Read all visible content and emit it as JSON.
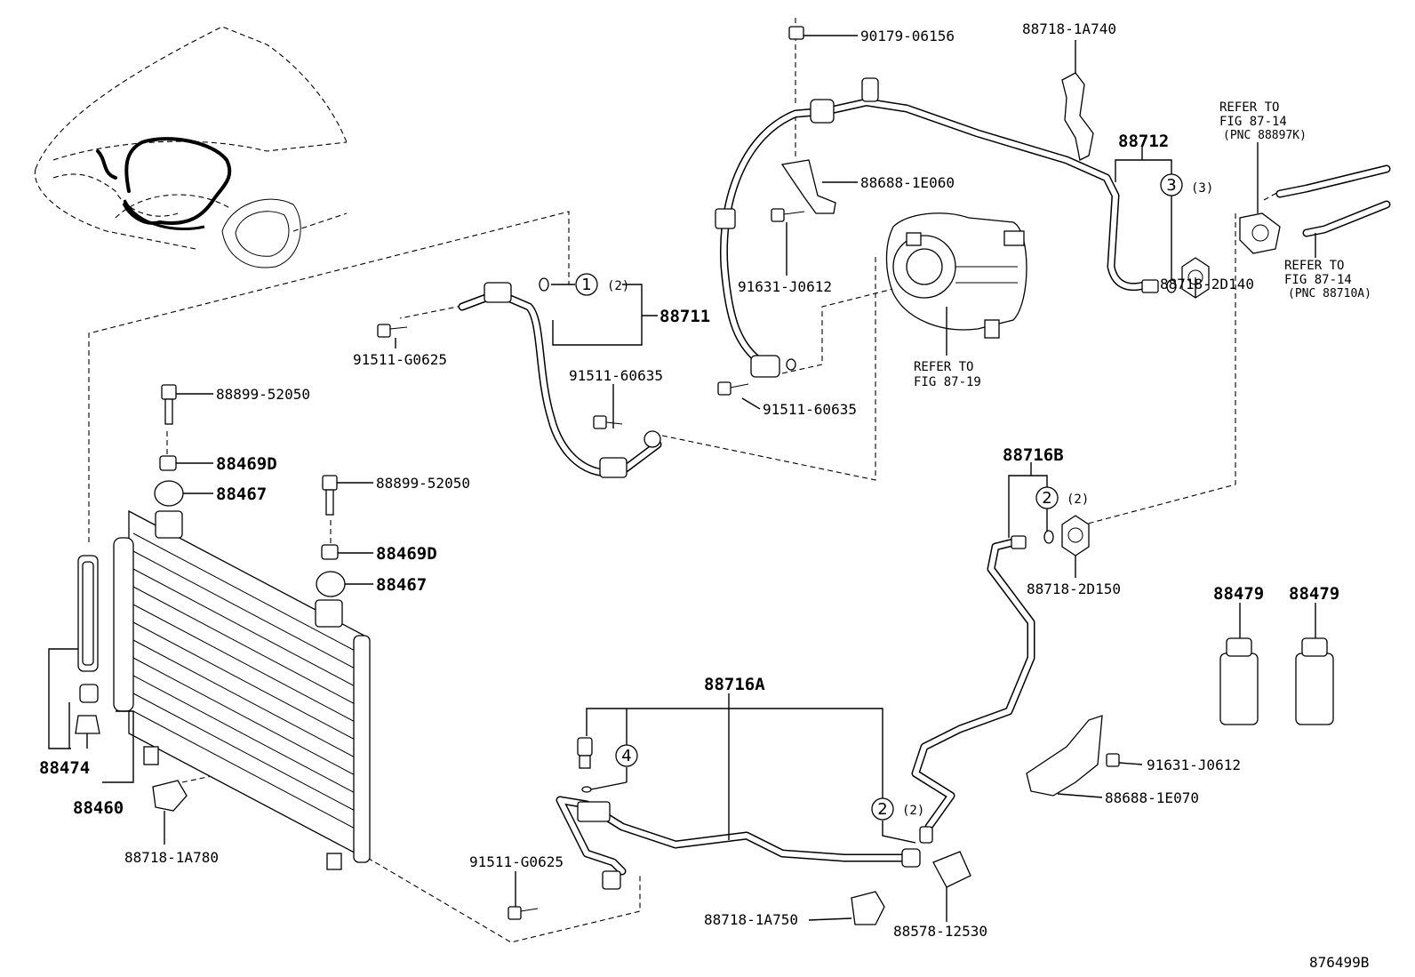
{
  "diagram_id": "876499B",
  "labels": {
    "p90179_06156": "90179-06156",
    "p88718_1A740": "88718-1A740",
    "p88712": "88712",
    "callout3_qty": "(3)",
    "ref_fig_87_14_a_l1": "REFER TO",
    "ref_fig_87_14_a_l2": "FIG 87-14",
    "ref_fig_87_14_a_l3": "(PNC 88897K)",
    "p88688_1E060": "88688-1E060",
    "p91631_J0612_top": "91631-J0612",
    "p88718_2D140": "88718-2D140",
    "ref_fig_87_14_b_l1": "REFER TO",
    "ref_fig_87_14_b_l2": "FIG 87-14",
    "ref_fig_87_14_b_l3": "(PNC 88710A)",
    "callout1_qty": "(2)",
    "p88711": "88711",
    "p91511_G0625_top": "91511-G0625",
    "p91511_60635_a": "91511-60635",
    "p91511_60635_b": "91511-60635",
    "ref_fig_87_19_l1": "REFER TO",
    "ref_fig_87_19_l2": "FIG 87-19",
    "p88899_52050_a": "88899-52050",
    "p88469D_a": "88469D",
    "p88467_a": "88467",
    "p88899_52050_b": "88899-52050",
    "p88469D_b": "88469D",
    "p88467_b": "88467",
    "p88716B": "88716B",
    "callout2_top_qty": "(2)",
    "p88718_2D150": "88718-2D150",
    "p88479_a": "88479",
    "p88479_b": "88479",
    "p88716A": "88716A",
    "p88474": "88474",
    "p88460": "88460",
    "p88718_1A780": "88718-1A780",
    "p91631_J0612_bottom": "91631-J0612",
    "p88688_1E070": "88688-1E070",
    "callout2_bottom_qty": "(2)",
    "p91511_G0625_bottom": "91511-G0625",
    "p88718_1A750": "88718-1A750",
    "p88578_12530": "88578-12530"
  },
  "callouts": {
    "c1": "1",
    "c2_top": "2",
    "c2_bottom": "2",
    "c3": "3",
    "c4": "4"
  }
}
